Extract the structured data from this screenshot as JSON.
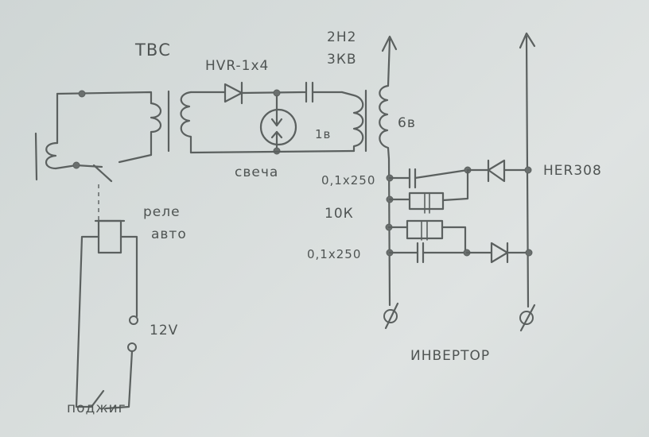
{
  "diagram": {
    "type": "hand-drawn circuit schematic",
    "ink_color": "#5b605f",
    "paper_color": "#d9dedd",
    "labels": {
      "ignition_coil": "ТВС",
      "hv_diode": "HVR-1x4",
      "hv_capacitor_value": "2H2",
      "hv_capacitor_voltage": "3КВ",
      "spark_plug": "свеча",
      "secondary_winding": "1в",
      "output_winding": "6в",
      "cap_top": "0,1x250",
      "resistors": "10К",
      "cap_bottom": "0,1x250",
      "fast_diodes": "HER308",
      "relay": "реле авто",
      "relay_line1": "реле",
      "relay_line2": "авто",
      "supply": "12V",
      "ignition_switch": "поджиг",
      "inverter": "ИНВЕРТОР"
    },
    "components": [
      {
        "id": "ТВС",
        "kind": "transformer"
      },
      {
        "id": "HVR-1x4",
        "kind": "diode"
      },
      {
        "id": "2H2 3КВ",
        "kind": "capacitor"
      },
      {
        "id": "свеча",
        "kind": "spark-gap"
      },
      {
        "id": "0,1x250 (top)",
        "kind": "capacitor"
      },
      {
        "id": "10К (x2)",
        "kind": "resistor"
      },
      {
        "id": "0,1x250 (bottom)",
        "kind": "capacitor"
      },
      {
        "id": "HER308 (x2)",
        "kind": "diode"
      },
      {
        "id": "реле авто",
        "kind": "relay"
      },
      {
        "id": "поджиг",
        "kind": "switch"
      },
      {
        "id": "12V",
        "kind": "supply-terminals"
      },
      {
        "id": "ИНВЕРТОР",
        "kind": "output-terminals"
      }
    ]
  }
}
